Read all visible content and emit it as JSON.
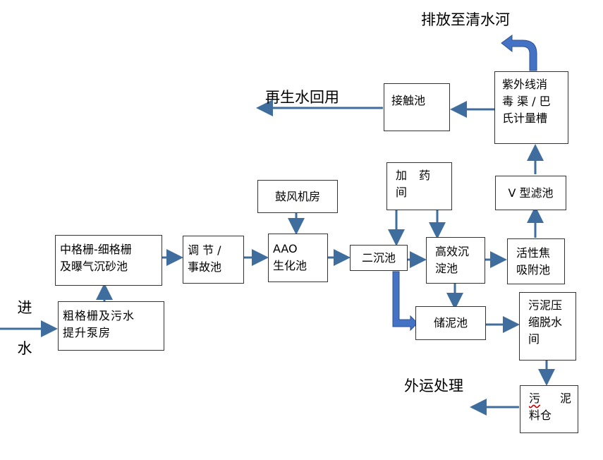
{
  "diagram": {
    "inlet": {
      "line1": "进",
      "line2": "水"
    },
    "outputs": {
      "discharge": "排放至清水河",
      "reuse": "再生水回用",
      "outside": "外运处理"
    },
    "nodes": {
      "coarse_screen": {
        "line1": "粗格栅及污水",
        "line2": "提升泵房"
      },
      "fine_screen": {
        "line1": "中格栅-细格栅",
        "line2": "及曝气沉砂池"
      },
      "equalization": {
        "line1": "调 节 /",
        "line2": "事故池"
      },
      "blower": {
        "label": "鼓风机房"
      },
      "aao": {
        "line1": "AAO",
        "line2": "生化池"
      },
      "secondary_clarifier": {
        "label": "二沉池"
      },
      "dosing": {
        "line1": "加 药",
        "line2": "间"
      },
      "high_eff_clarifier": {
        "line1": "高效沉",
        "line2": "淀池"
      },
      "carbon_adsorption": {
        "line1": "活性焦",
        "line2": "吸附池"
      },
      "v_filter": {
        "label": "V 型滤池"
      },
      "uv_channel": {
        "line1": "紫外线消",
        "line2": "毒 渠 / 巴",
        "line3": "氏计量槽"
      },
      "contact_tank": {
        "label": "接触池"
      },
      "sludge_storage": {
        "label": "储泥池"
      },
      "dewatering": {
        "line1": "污泥压",
        "line2": "缩脱水",
        "line3": "间"
      },
      "sludge_silo": {
        "line1_a": "污",
        "line1_b": "泥",
        "line2": "料仓"
      }
    },
    "colors": {
      "arrow": "#3f6e9e",
      "box_border": "#333333",
      "wide_arrow": "#4472c4"
    }
  }
}
